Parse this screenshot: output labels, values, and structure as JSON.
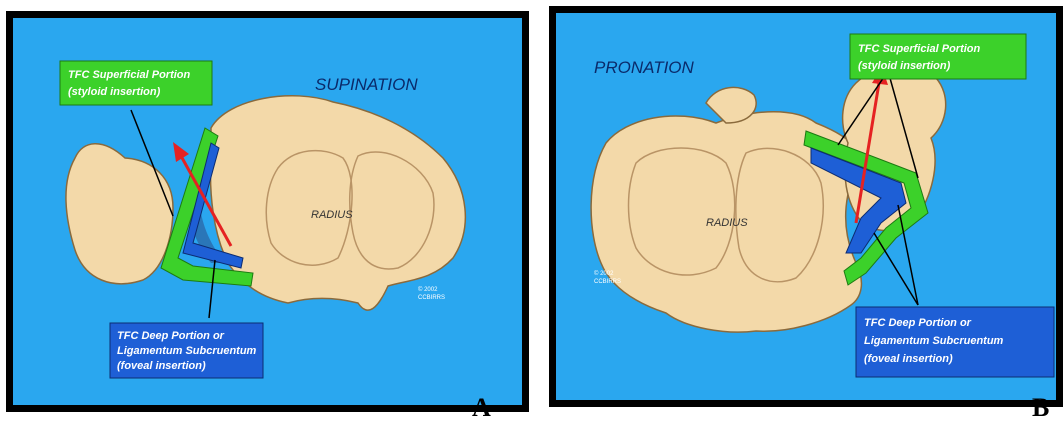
{
  "panels": {
    "a": {
      "letter": "A",
      "title": "SUPINATION",
      "bone_label": "RADIUS",
      "superficial": [
        "TFC Superficial Portion",
        "(styloid insertion)"
      ],
      "deep": [
        "TFC Deep Portion or",
        "Ligamentum Subcruentum",
        "(foveal insertion)"
      ],
      "credit": [
        "© 2002",
        "CCBIRRS"
      ]
    },
    "b": {
      "letter": "B",
      "title": "PRONATION",
      "bone_label": "RADIUS",
      "superficial": [
        "TFC Superficial Portion",
        "(styloid insertion)"
      ],
      "deep": [
        "TFC Deep Portion or",
        "Ligamentum Subcruentum",
        "(foveal insertion)"
      ],
      "credit": [
        "© 2002",
        "CCBIRRS"
      ]
    }
  },
  "colors": {
    "background": "#2aa7ef",
    "bone": "#f3d9a9",
    "bone_outline": "#8a6a3c",
    "superficial_band": "#3cd12a",
    "deep_band": "#1e5fd6",
    "arrow": "#e52222",
    "label_text": "#ffffff"
  }
}
